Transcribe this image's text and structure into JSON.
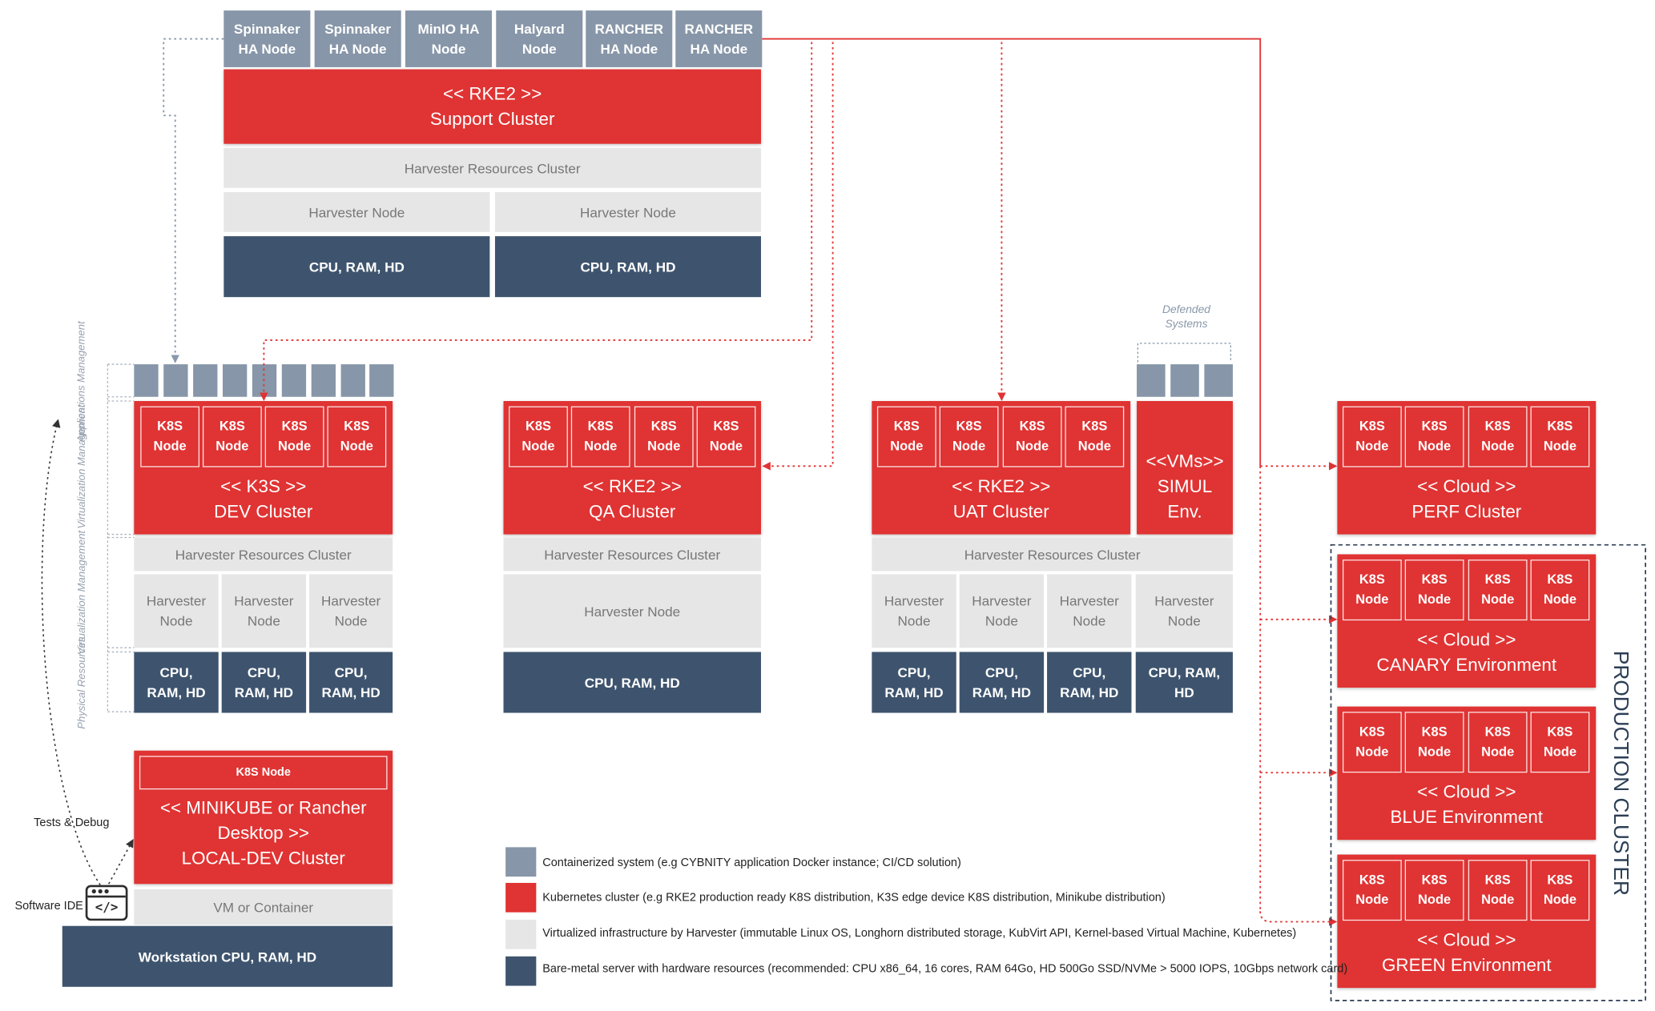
{
  "colors": {
    "containerized": "#8796a8",
    "kubernetes": "#e03333",
    "virtualized": "#e6e6e6",
    "baremetal": "#3e546e",
    "link": "#e03333",
    "link_grey": "#8898aa"
  },
  "support": {
    "top_nodes": [
      "Spinnaker\nHA Node",
      "Spinnaker\nHA Node",
      "MinIO HA\nNode",
      "Halyard\nNode",
      "RANCHER\nHA Node",
      "RANCHER\nHA Node"
    ],
    "cluster": "<< RKE2 >>\nSupport Cluster",
    "harvester_cluster": "Harvester Resources Cluster",
    "harvester_nodes": [
      "Harvester Node",
      "Harvester Node"
    ],
    "hardware": [
      "CPU, RAM, HD",
      "CPU, RAM, HD"
    ]
  },
  "layers": [
    "Applications\nManagement",
    "Virtualization\nManagement",
    "Virtualization\nManagement",
    "Physical\nResources"
  ],
  "k8s_node": "K8S\nNode",
  "dev": {
    "cluster": "<< K3S >>\nDEV Cluster",
    "harvester_cluster": "Harvester Resources Cluster",
    "harvester_nodes": [
      "Harvester\nNode",
      "Harvester\nNode",
      "Harvester\nNode"
    ],
    "hardware": [
      "CPU,\nRAM, HD",
      "CPU,\nRAM, HD",
      "CPU,\nRAM, HD"
    ]
  },
  "qa": {
    "cluster": "<< RKE2 >>\nQA Cluster",
    "harvester_cluster": "Harvester Resources Cluster",
    "harvester_node": "Harvester Node",
    "hardware": "CPU, RAM, HD"
  },
  "uat": {
    "cluster": "<< RKE2 >>\nUAT Cluster",
    "simul": "<<VMs>>\nSIMUL\nEnv.",
    "defended_systems": "Defended\nSystems",
    "harvester_cluster": "Harvester Resources Cluster",
    "harvester_nodes": [
      "Harvester\nNode",
      "Harvester\nNode",
      "Harvester\nNode",
      "Harvester\nNode"
    ],
    "hardware": [
      "CPU,\nRAM, HD",
      "CPU,\nRAM, HD",
      "CPU,\nRAM, HD",
      "CPU, RAM,\nHD"
    ]
  },
  "cloud": {
    "perf": "<< Cloud >>\nPERF Cluster",
    "canary": "<< Cloud >>\nCANARY Environment",
    "blue": "<< Cloud >>\nBLUE Environment",
    "green": "<< Cloud >>\nGREEN Environment",
    "production_label": "PRODUCTION CLUSTER"
  },
  "local": {
    "k8s_node": "K8S Node",
    "cluster": "<< MINIKUBE or Rancher\nDesktop >>\nLOCAL-DEV Cluster",
    "vm": "VM or Container",
    "workstation": "Workstation CPU, RAM, HD",
    "tests_debug": "Tests & Debug",
    "software_ide": "Software IDE"
  },
  "legend": [
    "Containerized system (e.g CYBNITY application Docker instance; CI/CD solution)",
    "Kubernetes cluster (e.g RKE2 production ready K8S distribution, K3S edge device K8S distribution, Minikube distribution)",
    "Virtualized infrastructure by Harvester (immutable Linux OS, Longhorn distributed storage, KubVirt API, Kernel-based Virtual Machine, Kubernetes)",
    "Bare-metal server with hardware resources (recommended: CPU x86_64, 16 cores, RAM 64Go, HD 500Go SSD/NVMe > 5000 IOPS, 10Gbps network card)"
  ]
}
